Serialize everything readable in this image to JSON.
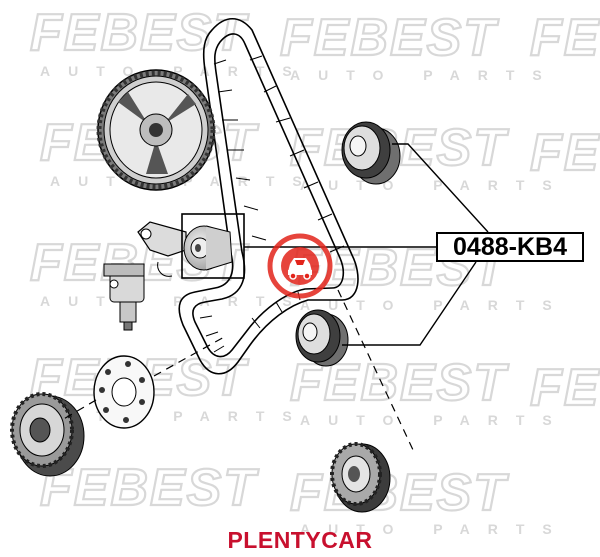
{
  "watermark": {
    "brand": "FEBEST",
    "tagline": "AUTO PARTS"
  },
  "part_label": "0488-KB4",
  "seller_label": "PLENTYCAR",
  "colors": {
    "seller": "#c8102e",
    "stamp": "#e2231a",
    "watermark": "#d8d8d8"
  },
  "icons": {
    "stamp": "car-stamp-icon"
  }
}
